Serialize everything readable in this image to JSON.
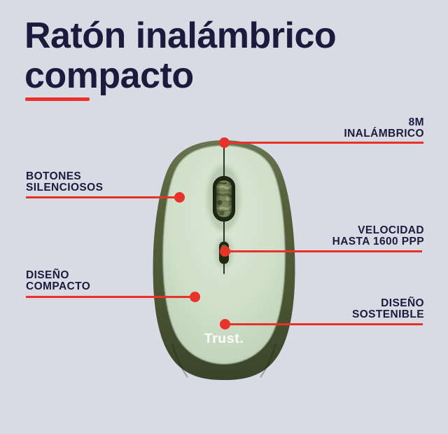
{
  "page": {
    "background_color": "#d9dae3",
    "accent_red": "#e9332a",
    "text_navy": "#1b1b3d",
    "mouse_plate_green": "#cfdfc9",
    "mouse_rim_olive": "#4e5935"
  },
  "title": {
    "line1": "Ratón inalámbrico",
    "line2": "compacto"
  },
  "product": {
    "brand": "Trust.",
    "description": "wireless-mouse-top-view"
  },
  "callouts": [
    {
      "id": "wireless-range",
      "side": "right",
      "lines": [
        "8M",
        "INALÁMBRICO"
      ]
    },
    {
      "id": "silent-buttons",
      "side": "left",
      "lines": [
        "BOTONES",
        "SILENCIOSOS"
      ]
    },
    {
      "id": "speed",
      "side": "right",
      "lines": [
        "VELOCIDAD",
        "HASTA 1600 PPP"
      ]
    },
    {
      "id": "compact-design",
      "side": "left",
      "lines": [
        "DISEÑO",
        "COMPACTO"
      ]
    },
    {
      "id": "sustainable-design",
      "side": "right",
      "lines": [
        "DISEÑO",
        "SOSTENIBLE"
      ]
    }
  ]
}
